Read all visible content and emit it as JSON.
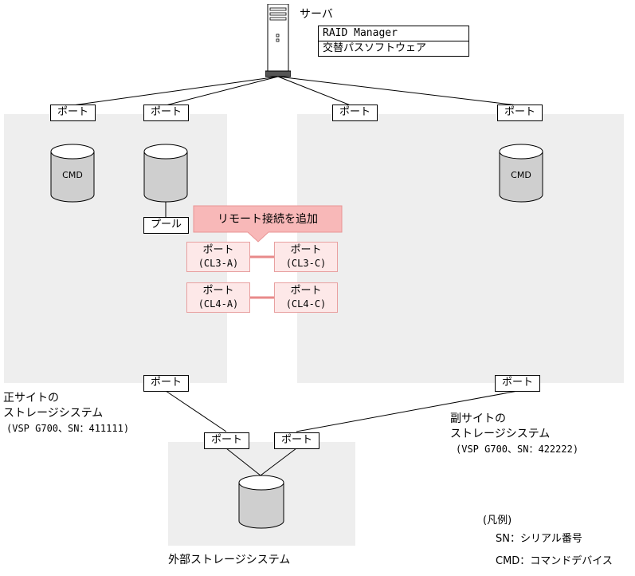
{
  "server": {
    "label": "サーバ",
    "software": [
      "RAID Manager",
      "交替パスソフトウェア"
    ]
  },
  "port_label": "ポート",
  "pool_label": "プール",
  "cmd_label": "CMD",
  "callout": "リモート接続を追加",
  "remote_ports": [
    {
      "port": "ポート",
      "id": "(CL3-A)"
    },
    {
      "port": "ポート",
      "id": "(CL3-C)"
    },
    {
      "port": "ポート",
      "id": "(CL4-A)"
    },
    {
      "port": "ポート",
      "id": "(CL4-C)"
    }
  ],
  "primary": {
    "line1": "正サイトの",
    "line2": "ストレージシステム",
    "line3": "(VSP G700、SN：411111)"
  },
  "secondary": {
    "line1": "副サイトの",
    "line2": "ストレージシステム",
    "line3": "(VSP G700、SN：422222)"
  },
  "external": "外部ストレージシステム",
  "legend": {
    "title": "(凡例)",
    "sn": "SN：シリアル番号",
    "cmd": "CMD：コマンドデバイス"
  },
  "colors": {
    "panel": "#eeeeee",
    "callout": "#f8b8b8",
    "remote_box": "#fde8e8",
    "remote_link": "#e88a8a"
  }
}
